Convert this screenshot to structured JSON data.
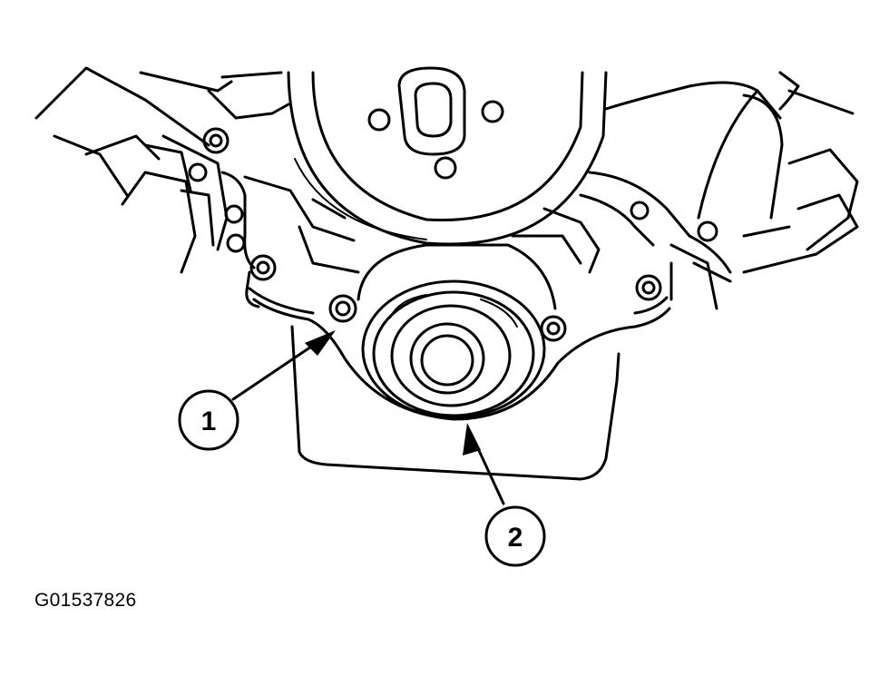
{
  "diagram": {
    "callouts": [
      {
        "label": "1"
      },
      {
        "label": "2"
      }
    ],
    "figure_id": "G01537826",
    "line_color": "#000000",
    "background": "#ffffff"
  }
}
